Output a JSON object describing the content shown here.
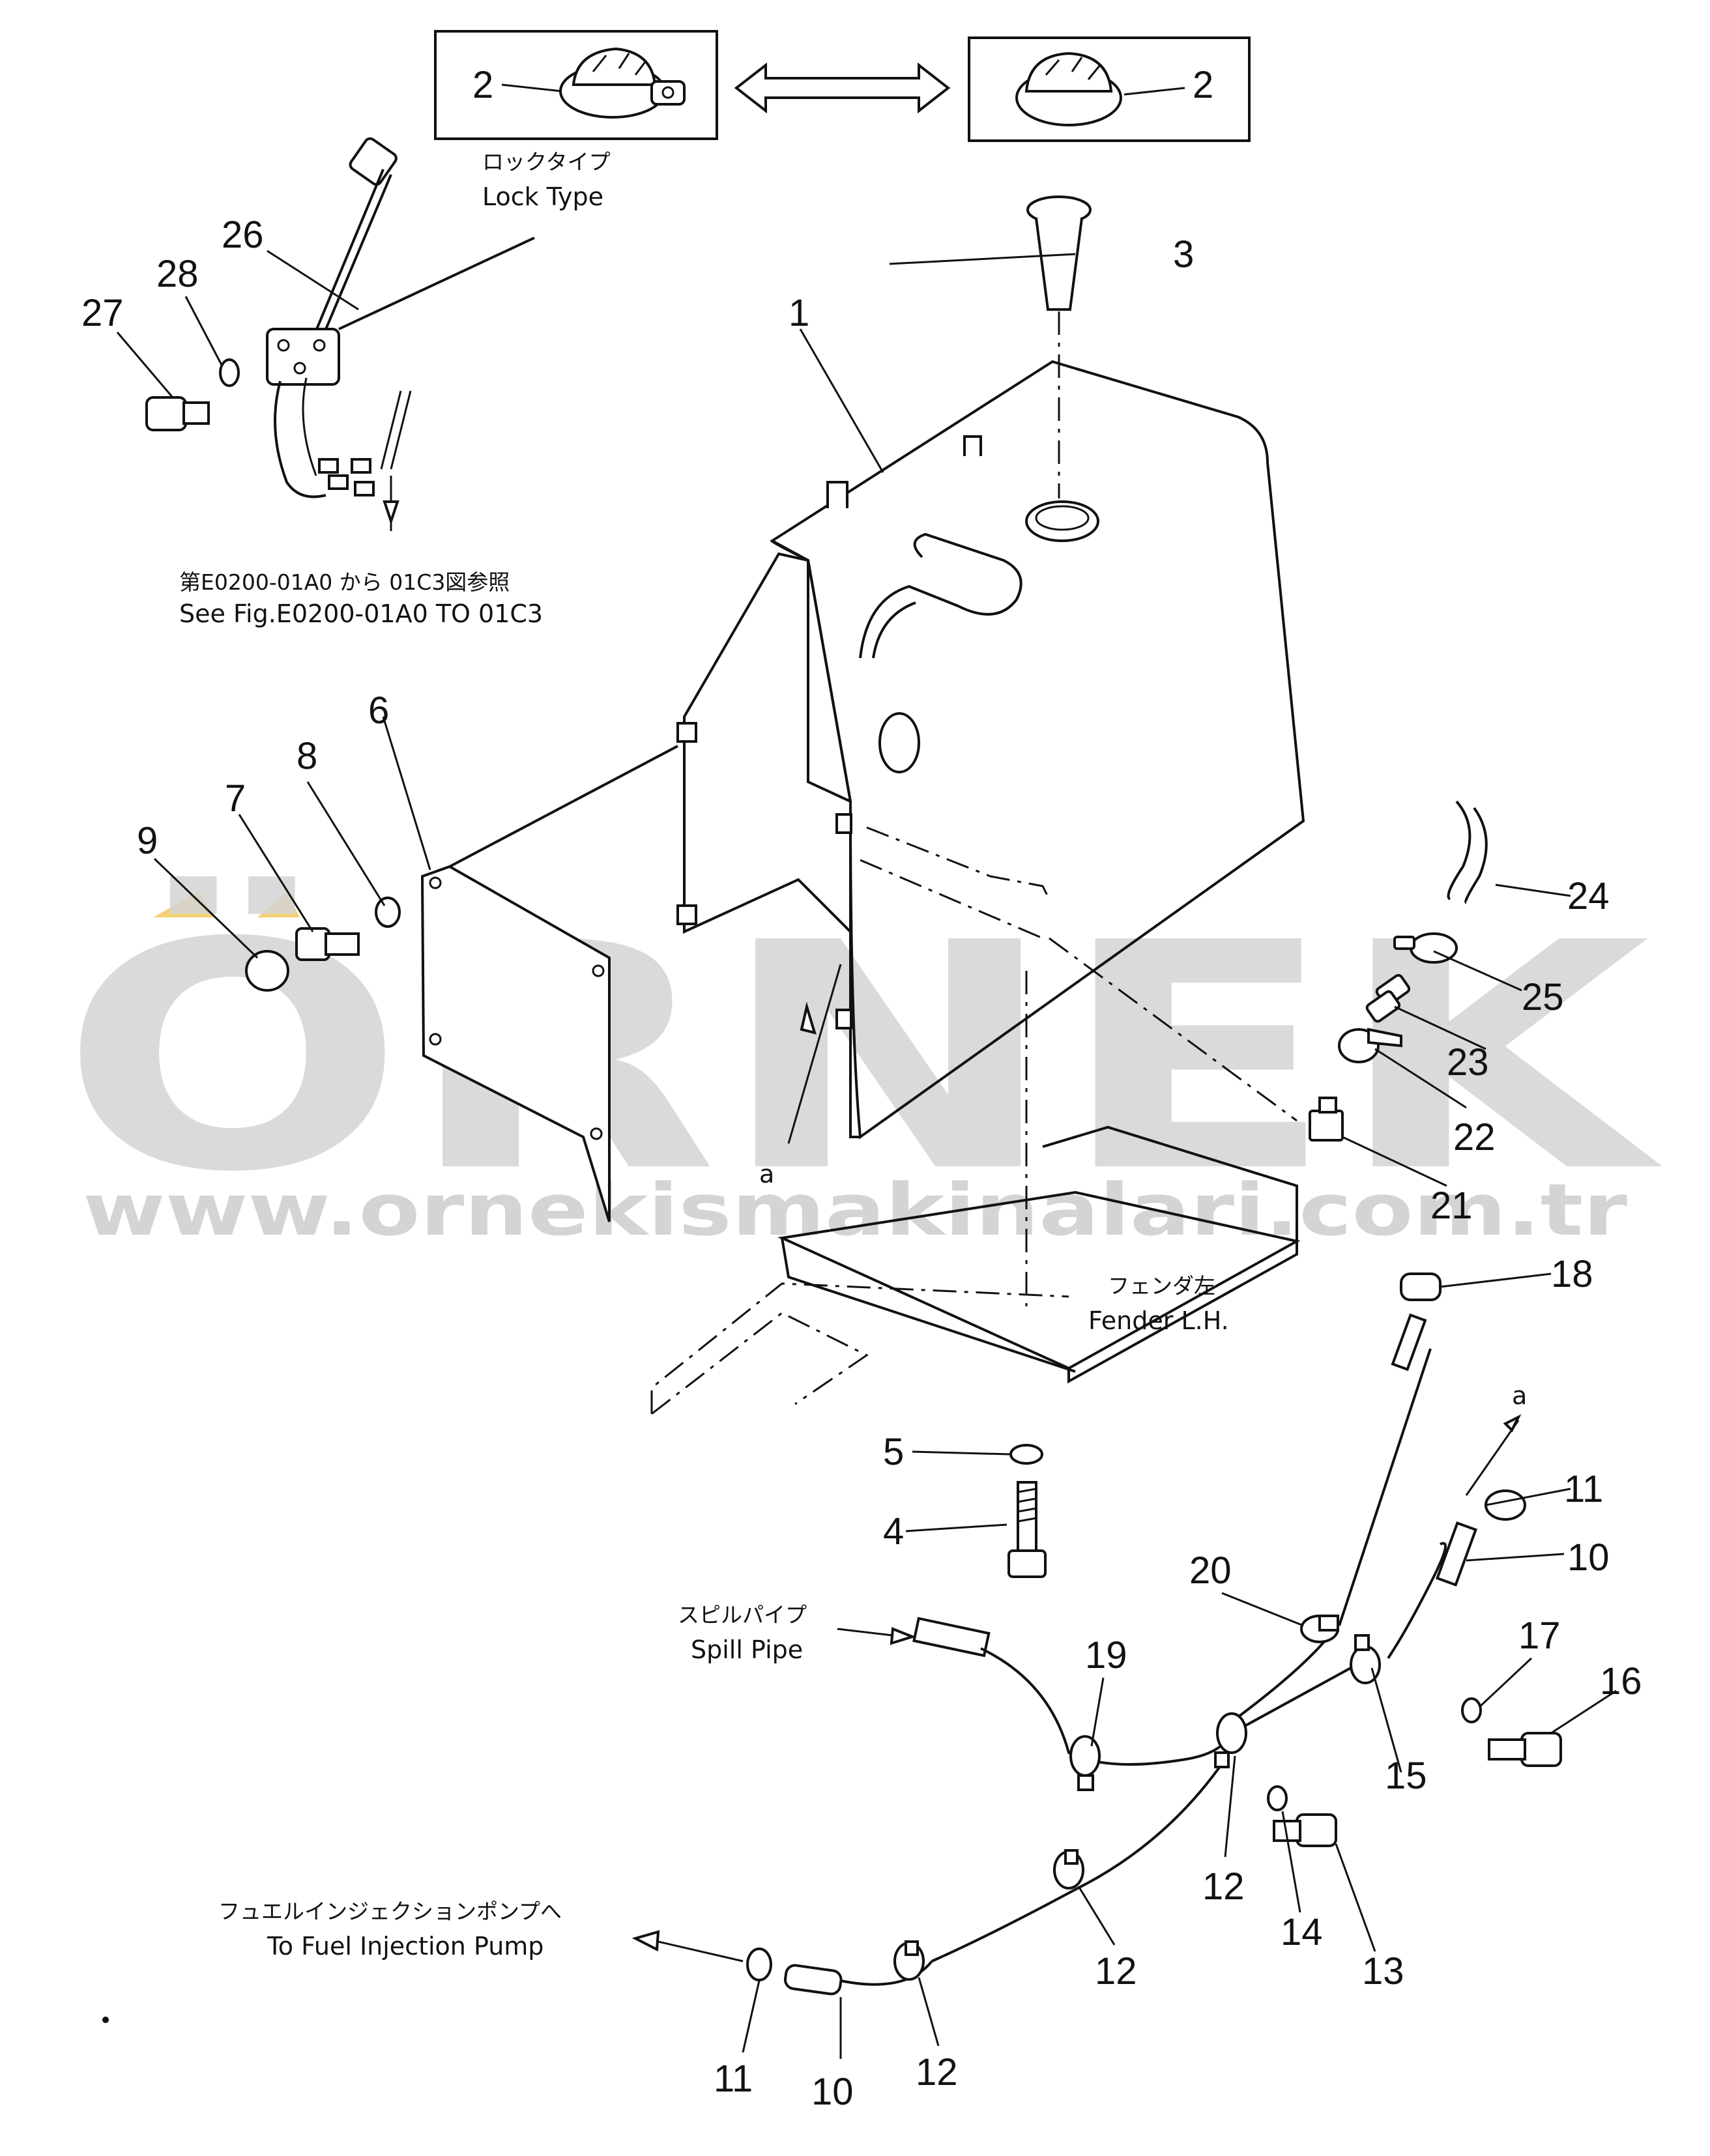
{
  "watermark": {
    "brand": "ÖRNEK",
    "url": "www.ornekismakinalari.com.tr",
    "brand_color": "#d4d4d4",
    "accent_color": "#f3d173"
  },
  "notes": {
    "lock_type_jp": "ロックタイプ",
    "lock_type_en": "Lock Type",
    "see_fig_jp": "第E0200-01A0 から 01C3図参照",
    "see_fig_en": "See Fig.E0200-01A0 TO 01C3",
    "fender_jp": "フェンダ左",
    "fender_en": "Fender L.H.",
    "spill_jp": "スピルパイプ",
    "spill_en": "Spill Pipe",
    "pump_jp": "フュエルインジェクションポンプへ",
    "pump_en": "To Fuel Injection Pump",
    "view_a": "a"
  },
  "callouts": {
    "c1": "1",
    "c2": "2",
    "c3": "3",
    "c4": "4",
    "c5": "5",
    "c6": "6",
    "c7": "7",
    "c8": "8",
    "c9": "9",
    "c10": "10",
    "c11": "11",
    "c12": "12",
    "c13": "13",
    "c14": "14",
    "c15": "15",
    "c16": "16",
    "c17": "17",
    "c18": "18",
    "c19": "19",
    "c20": "20",
    "c21": "21",
    "c22": "22",
    "c23": "23",
    "c24": "24",
    "c25": "25",
    "c26": "26",
    "c27": "27",
    "c28": "28"
  }
}
